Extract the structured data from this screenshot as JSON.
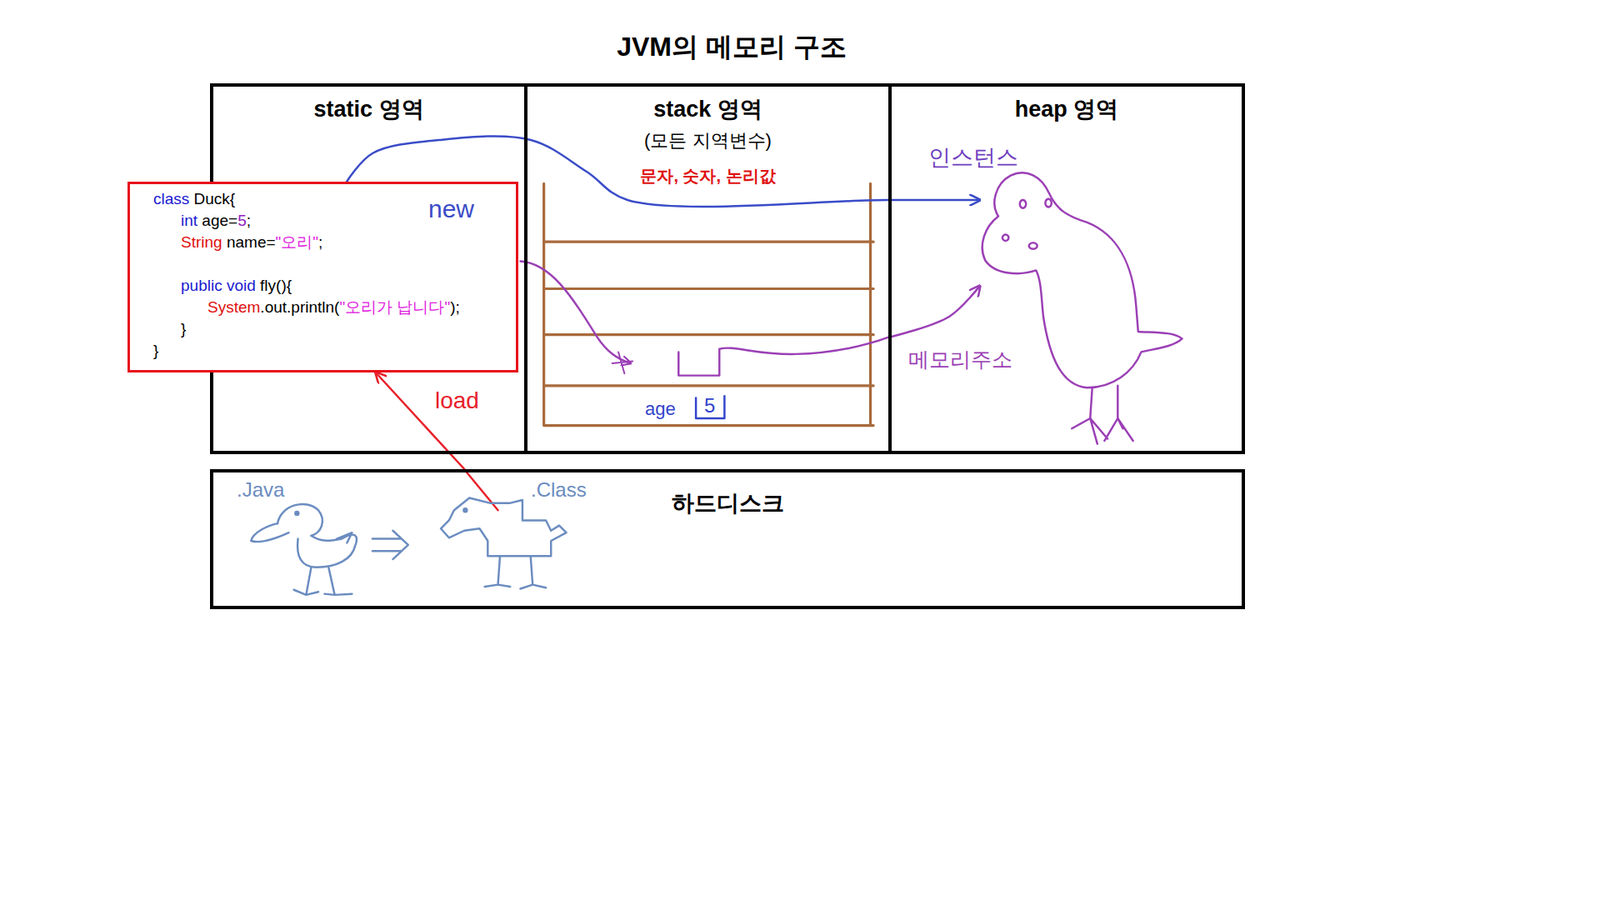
{
  "diagram": {
    "title": "JVM의 메모리 구조",
    "nodes": [
      {
        "text": [
          "static 영역"
        ]
      },
      {
        "text": [
          "class Duck{",
          "int age=5;",
          "String name=\"오리\";",
          "public void fly(){",
          "System.out.println(\"오리가 납니다\");",
          "}",
          "}"
        ],
        "in": 0
      },
      {
        "text": [
          "stack 영역",
          "(모든 지역변수)",
          "문자, 숫자, 논리값"
        ]
      },
      {
        "text": [
          "heap 영역"
        ]
      },
      {
        "text": [
          "인스턴스"
        ],
        "in": 3
      },
      {
        "text": [
          "하드디스크"
        ]
      }
    ],
    "edges": [
      {
        "from": 1,
        "to": 4,
        "arrow": "to",
        "label": "new"
      },
      {
        "from": 2,
        "to": 4,
        "arrow": "to",
        "label": "메모리주소"
      },
      {
        "from": 5,
        "to": 1,
        "arrow": "to",
        "label": "load"
      }
    ],
    "labels": [
      "age",
      "5",
      ".Java",
      ".Class"
    ]
  }
}
